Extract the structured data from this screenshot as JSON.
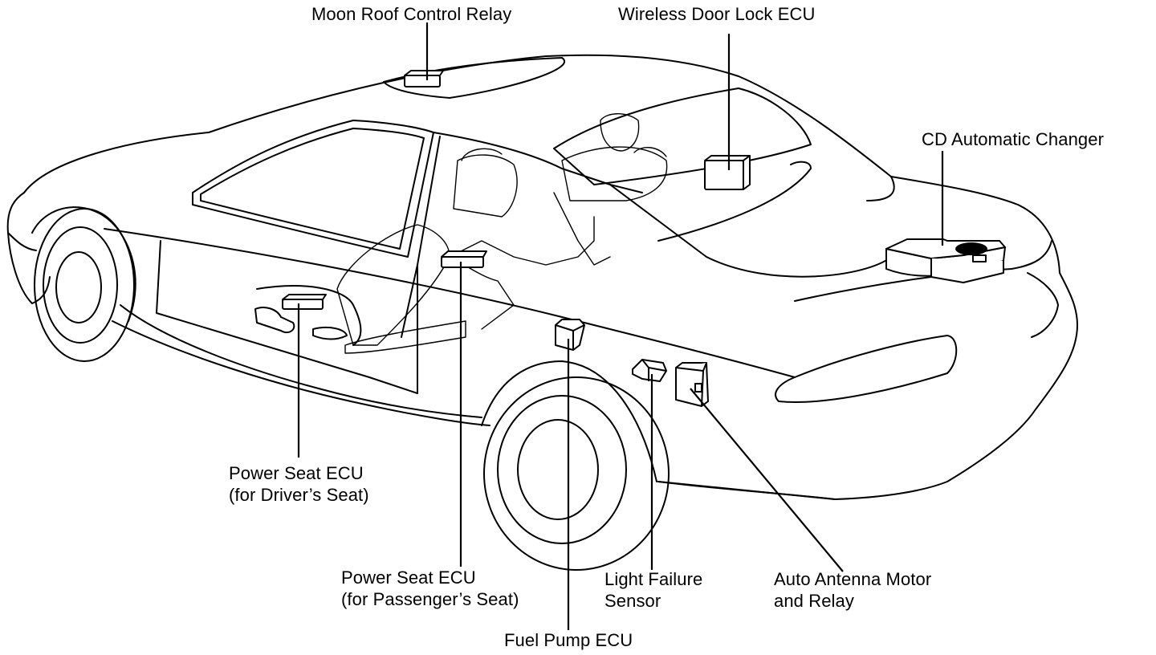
{
  "diagram": {
    "labels": {
      "moon_roof": "Moon Roof Control Relay",
      "wireless_door": "Wireless Door Lock ECU",
      "cd_changer": "CD Automatic Changer",
      "power_seat_driver": [
        "Power Seat ECU",
        "(for Driver’s Seat)"
      ],
      "power_seat_passenger": [
        "Power Seat ECU",
        "(for Passenger’s Seat)"
      ],
      "light_failure": [
        "Light Failure",
        "Sensor"
      ],
      "auto_antenna": [
        "Auto Antenna Motor",
        "and Relay"
      ],
      "fuel_pump": "Fuel Pump ECU"
    }
  }
}
